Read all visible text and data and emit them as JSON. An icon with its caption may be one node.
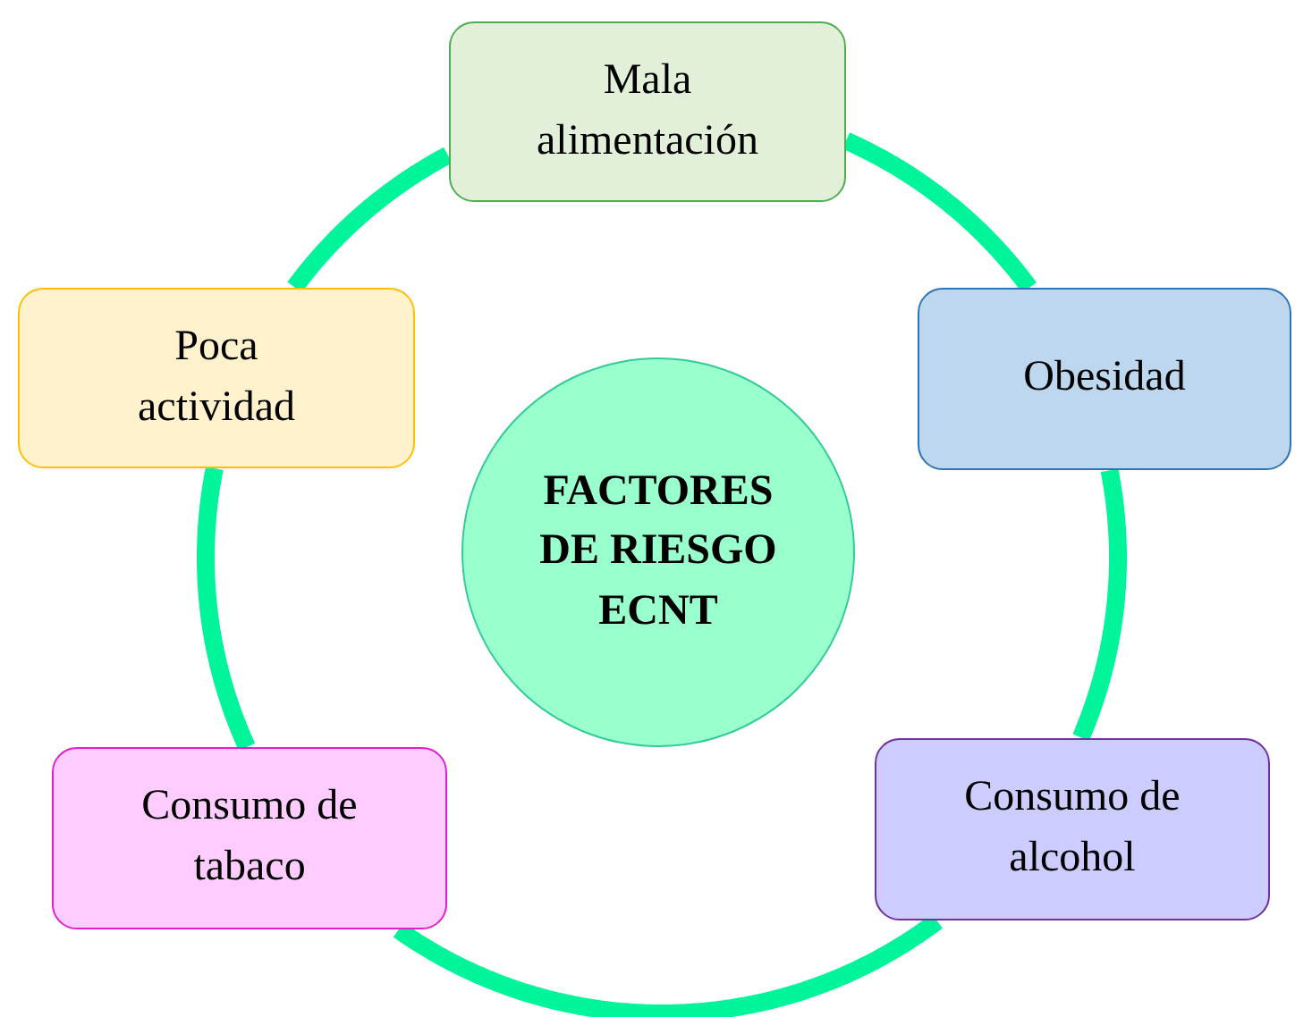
{
  "diagram": {
    "nodes": [
      {
        "text": [
          "Mala alimentación"
        ]
      },
      {
        "text": [
          "Poca actividad"
        ]
      },
      {
        "text": [
          "Obesidad"
        ]
      },
      {
        "text": [
          "FACTORES DE RIESGO ECNT"
        ]
      },
      {
        "text": [
          "Consumo de tabaco"
        ]
      },
      {
        "text": [
          "Consumo de alcohol"
        ]
      }
    ],
    "edges": [
      {
        "from": 0,
        "to": 2,
        "arrow": "none"
      },
      {
        "from": 2,
        "to": 5,
        "arrow": "none"
      },
      {
        "from": 5,
        "to": 4,
        "arrow": "none"
      },
      {
        "from": 4,
        "to": 1,
        "arrow": "none"
      },
      {
        "from": 1,
        "to": 0,
        "arrow": "none"
      }
    ]
  }
}
